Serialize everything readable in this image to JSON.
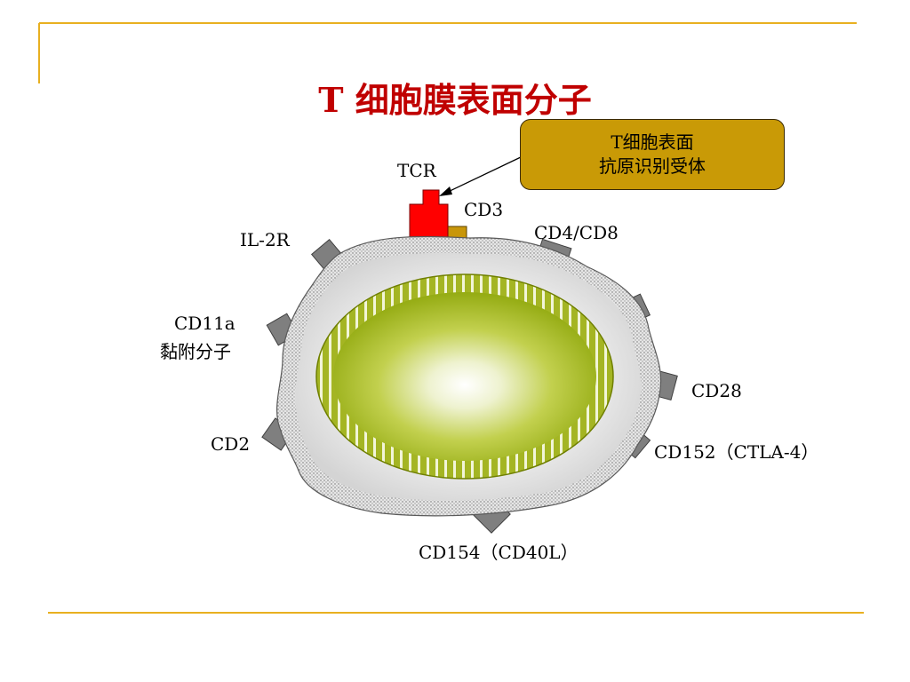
{
  "title": "T 细胞膜表面分子",
  "callout": {
    "line1": "T细胞表面",
    "line2": "抗原识别受体"
  },
  "labels": {
    "tcr": "TCR",
    "cd3": "CD3",
    "cd4_cd8": "CD4/CD8",
    "il2r": "IL-2R",
    "cd11a_line1": "CD11a",
    "cd11a_line2": "黏附分子",
    "cd28": "CD28",
    "cd2": "CD2",
    "cd152": "CD152（CTLA-4）",
    "cd154": "CD154（CD40L）"
  },
  "colors": {
    "title": "#c00000",
    "accent_line": "#e8b020",
    "callout_fill": "#c99a06",
    "tcr_red": "#ff0000",
    "cd3_gold": "#c8960a",
    "receptor_gray": "#7f7f7f",
    "nucleus_green": "#9cb21c"
  }
}
